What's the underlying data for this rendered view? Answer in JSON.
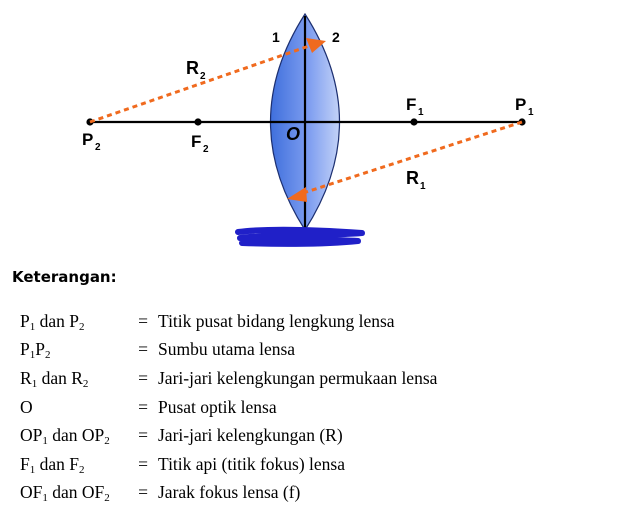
{
  "diagram": {
    "labels": {
      "surface_1": "1",
      "surface_2": "2",
      "r2": "R",
      "r2_sub": "2",
      "r1": "R",
      "r1_sub": "1",
      "p2": "P",
      "p2_sub": "2",
      "f2": "F",
      "f2_sub": "2",
      "o": "O",
      "f1": "F",
      "f1_sub": "1",
      "p1": "P",
      "p1_sub": "1"
    },
    "colors": {
      "lens": "#5b86e0",
      "ray": "#f06a1e",
      "scribble": "#2020c8",
      "axis": "#000000"
    }
  },
  "legend": {
    "heading": "Keterangan:",
    "rows": [
      {
        "term": [
          [
            "P",
            "1"
          ],
          [
            " dan P",
            "2"
          ]
        ],
        "eq": "=",
        "desc": "Titik pusat bidang lengkung lensa"
      },
      {
        "term": [
          [
            "P",
            "1"
          ],
          [
            "P",
            "2"
          ]
        ],
        "eq": "=",
        "desc": "Sumbu utama lensa"
      },
      {
        "term": [
          [
            "R",
            "1"
          ],
          [
            " dan R",
            "2"
          ]
        ],
        "eq": "=",
        "desc": "Jari-jari kelengkungan permukaan lensa"
      },
      {
        "term": [
          [
            "O",
            ""
          ]
        ],
        "eq": "=",
        "desc": "Pusat optik lensa"
      },
      {
        "term": [
          [
            "OP",
            "1"
          ],
          [
            " dan OP",
            "2"
          ]
        ],
        "eq": "=",
        "desc": "Jari-jari kelengkungan (R)"
      },
      {
        "term": [
          [
            "F",
            "1"
          ],
          [
            " dan F",
            "2"
          ]
        ],
        "eq": "=",
        "desc": "Titik api (titik fokus) lensa"
      },
      {
        "term": [
          [
            "OF",
            "1"
          ],
          [
            " dan OF",
            "2"
          ]
        ],
        "eq": "=",
        "desc": "Jarak fokus lensa (f)"
      }
    ]
  }
}
